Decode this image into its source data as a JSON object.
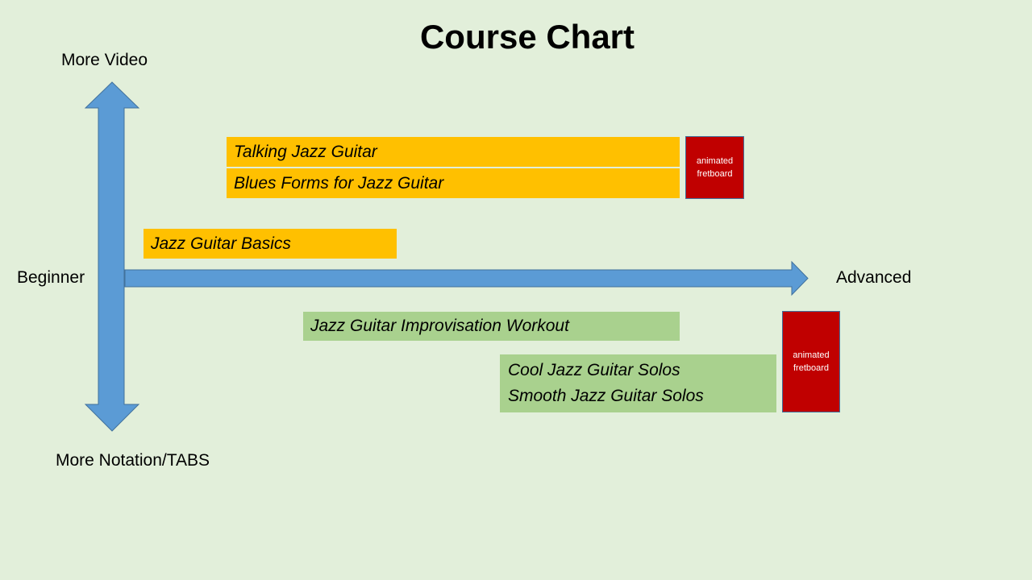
{
  "title": "Course Chart",
  "axes": {
    "top": "More Video",
    "bottom": "More Notation/TABS",
    "left": "Beginner",
    "right": "Advanced"
  },
  "courses": {
    "talking": "Talking Jazz Guitar",
    "blues": "Blues Forms for Jazz Guitar",
    "basics": "Jazz Guitar Basics",
    "improv": "Jazz Guitar Improvisation Workout",
    "cool": "Cool Jazz Guitar Solos",
    "smooth": "Smooth Jazz Guitar Solos"
  },
  "badges": {
    "upper": [
      "animated",
      "fretboard"
    ],
    "lower": [
      "animated",
      "fretboard"
    ]
  },
  "colors": {
    "video": "#ffc000",
    "notation": "#a9d18e",
    "badge": "#c00000",
    "arrow": "#5b9bd5"
  }
}
